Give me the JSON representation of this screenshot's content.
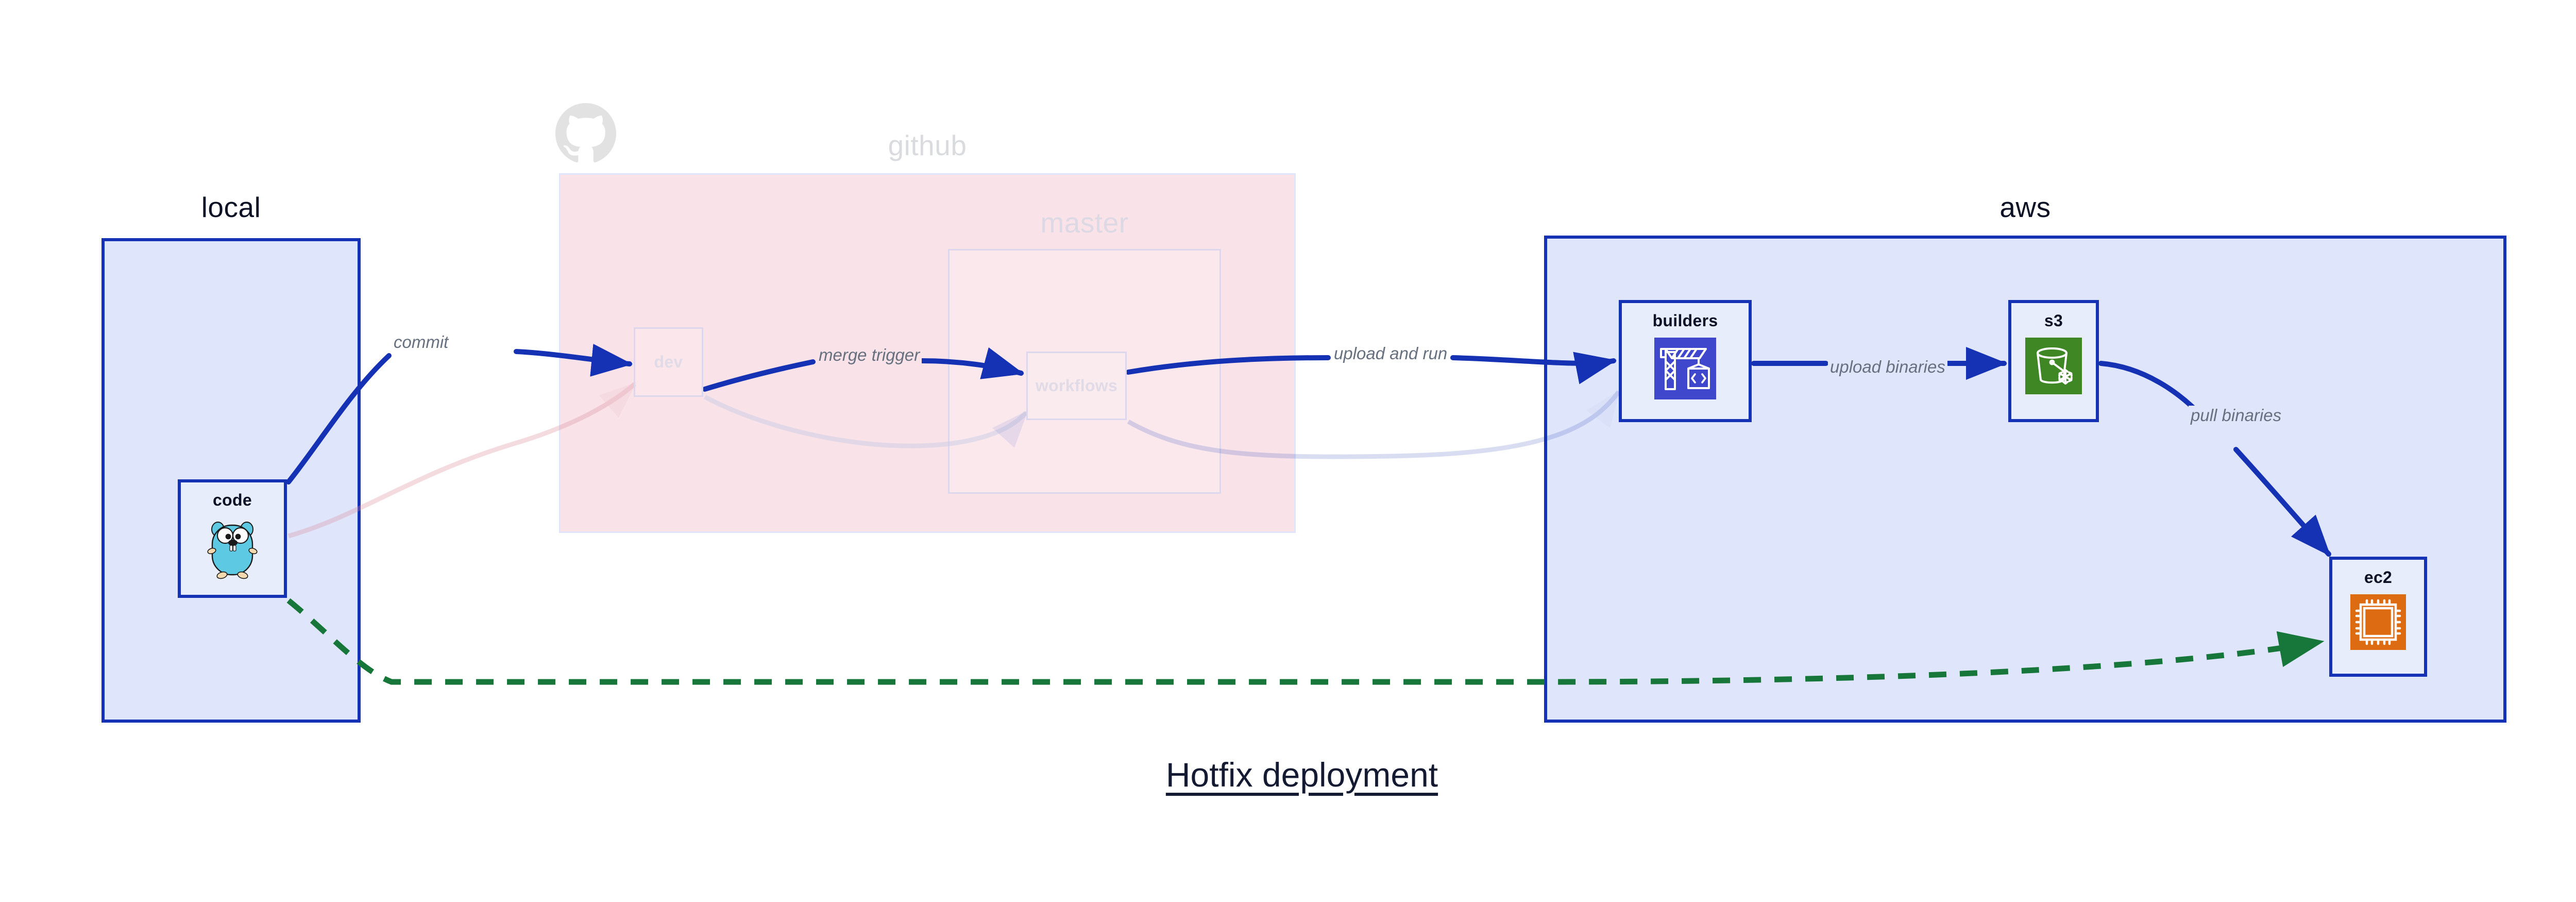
{
  "diagram": {
    "title": "Hotfix deployment",
    "colors": {
      "group_border_blue": "#1632b4",
      "group_fill_blue": "#dfe5fa",
      "github_fill_pink": "#f9e2e8",
      "edge_blue": "#1632b4",
      "edge_green_dashed": "#17763a",
      "label_gray": "#67707f",
      "faded_gray": "#dcd7ec",
      "codebuild_purple": "#3f48cc",
      "s3_green": "#3f8624",
      "ec2_orange": "#dd6b11",
      "gopher_cyan": "#5dc9e2"
    }
  },
  "groups": [
    {
      "id": "local",
      "label": "local",
      "faded": false
    },
    {
      "id": "github",
      "label": "github",
      "faded": true
    },
    {
      "id": "master",
      "label": "master",
      "faded": true
    },
    {
      "id": "aws",
      "label": "aws",
      "faded": false
    }
  ],
  "nodes": [
    {
      "id": "code",
      "label": "code",
      "icon": "go-gopher-icon",
      "group": "local",
      "faded": false
    },
    {
      "id": "dev",
      "label": "dev",
      "icon": "none",
      "group": "github",
      "faded": true
    },
    {
      "id": "workflows",
      "label": "workflows",
      "icon": "none",
      "group": "master",
      "faded": true
    },
    {
      "id": "builders",
      "label": "builders",
      "icon": "aws-codebuild-icon",
      "group": "aws",
      "faded": false
    },
    {
      "id": "s3",
      "label": "s3",
      "icon": "aws-s3-glacier-icon",
      "group": "aws",
      "faded": false
    },
    {
      "id": "ec2",
      "label": "ec2",
      "icon": "aws-ec2-icon",
      "group": "aws",
      "faded": false
    }
  ],
  "edges": [
    {
      "id": "commit",
      "from": "code",
      "to": "dev",
      "label": "commit",
      "style": "solid-blue",
      "faded": false
    },
    {
      "id": "merge-trigger",
      "from": "dev",
      "to": "workflows",
      "label": "merge trigger",
      "style": "solid-blue",
      "faded": false
    },
    {
      "id": "upload-and-run",
      "from": "workflows",
      "to": "builders",
      "label": "upload and run",
      "style": "solid-blue",
      "faded": false
    },
    {
      "id": "upload-binaries",
      "from": "builders",
      "to": "s3",
      "label": "upload binaries",
      "style": "solid-blue",
      "faded": false
    },
    {
      "id": "pull-binaries",
      "from": "s3",
      "to": "ec2",
      "label": "pull binaries",
      "style": "solid-blue",
      "faded": false
    },
    {
      "id": "hotfix-direct",
      "from": "code",
      "to": "ec2",
      "label": "",
      "style": "dashed-green",
      "faded": false
    },
    {
      "id": "code-to-dev-faded",
      "from": "code",
      "to": "dev",
      "label": "",
      "style": "solid-pink-faded",
      "faded": true
    },
    {
      "id": "dev-to-workflows-faded",
      "from": "dev",
      "to": "workflows",
      "label": "",
      "style": "solid-pink-faded",
      "faded": true
    },
    {
      "id": "workflows-to-builders-faded",
      "from": "workflows",
      "to": "builders",
      "label": "",
      "style": "solid-blue-faded",
      "faded": true
    }
  ],
  "branding": {
    "octocat_icon": "github-octocat-icon"
  }
}
